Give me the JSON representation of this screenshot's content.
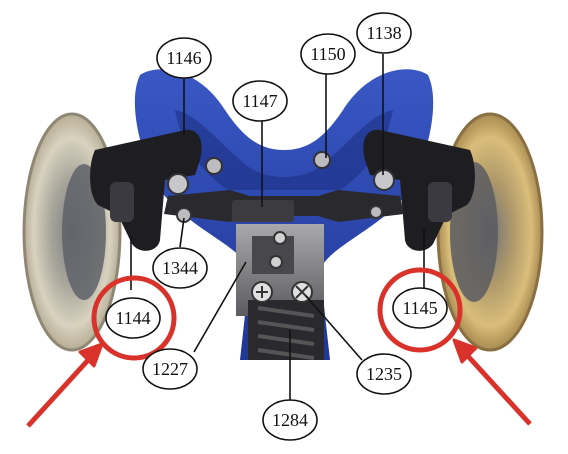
{
  "labels": {
    "p1146": "1146",
    "p1150": "1150",
    "p1138": "1138",
    "p1147": "1147",
    "p1344": "1344",
    "p1144": "1144",
    "p1145": "1145",
    "p1227": "1227",
    "p1235": "1235",
    "p1284": "1284"
  },
  "colors": {
    "highlight": "#d8322a",
    "frame": "#2c48b2",
    "bracket": "#1e1e22",
    "wheel_left": "#c9c2ad",
    "wheel_right": "#cdb06d"
  }
}
